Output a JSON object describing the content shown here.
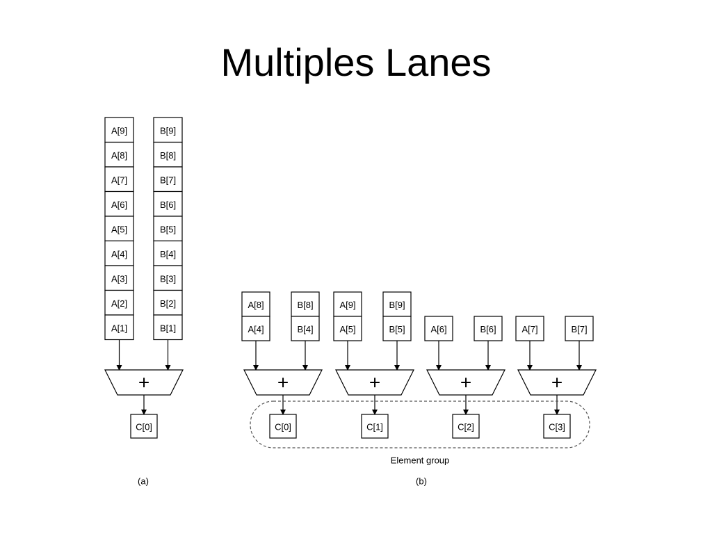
{
  "slide": {
    "title": "Multiples Lanes"
  },
  "part_a": {
    "a_column": [
      "A[9]",
      "A[8]",
      "A[7]",
      "A[6]",
      "A[5]",
      "A[4]",
      "A[3]",
      "A[2]",
      "A[1]"
    ],
    "b_column": [
      "B[9]",
      "B[8]",
      "B[7]",
      "B[6]",
      "B[5]",
      "B[4]",
      "B[3]",
      "B[2]",
      "B[1]"
    ],
    "adder_symbol": "+",
    "output": "C[0]",
    "caption": "(a)"
  },
  "part_b": {
    "lanes": [
      {
        "a_stack": [
          "A[8]",
          "A[4]"
        ],
        "b_stack": [
          "B[8]",
          "B[4]"
        ],
        "adder_symbol": "+",
        "output": "C[0]"
      },
      {
        "a_stack": [
          "A[9]",
          "A[5]"
        ],
        "b_stack": [
          "B[9]",
          "B[5]"
        ],
        "adder_symbol": "+",
        "output": "C[1]"
      },
      {
        "a_stack": [
          "A[6]"
        ],
        "b_stack": [
          "B[6]"
        ],
        "adder_symbol": "+",
        "output": "C[2]"
      },
      {
        "a_stack": [
          "A[7]"
        ],
        "b_stack": [
          "B[7]"
        ],
        "adder_symbol": "+",
        "output": "C[3]"
      }
    ],
    "group_label": "Element group",
    "caption": "(b)"
  }
}
